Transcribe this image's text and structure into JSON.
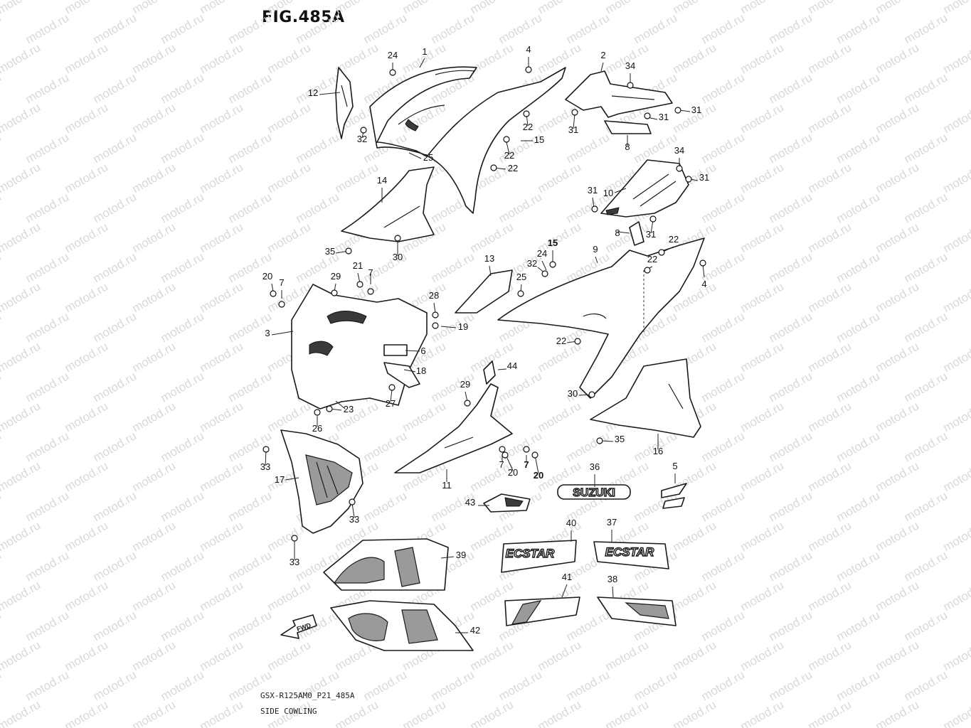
{
  "title": "FIG.485A",
  "footer": {
    "code": "GSX-R125AM0_P21_485A",
    "section": "SIDE COWLING"
  },
  "watermark": "motod.ru",
  "decals": {
    "suzuki": "SUZUKI",
    "ecstar": "ECSTAR",
    "fwd": "FWD"
  },
  "callouts": [
    {
      "id": "c1",
      "label": "1"
    },
    {
      "id": "c2",
      "label": "2"
    },
    {
      "id": "c3",
      "label": "3"
    },
    {
      "id": "c4a",
      "label": "4"
    },
    {
      "id": "c4b",
      "label": "4"
    },
    {
      "id": "c5",
      "label": "5"
    },
    {
      "id": "c6",
      "label": "6"
    },
    {
      "id": "c7a",
      "label": "7"
    },
    {
      "id": "c7b",
      "label": "7"
    },
    {
      "id": "c7c",
      "label": "7"
    },
    {
      "id": "c7d",
      "label": "7"
    },
    {
      "id": "c8a",
      "label": "8"
    },
    {
      "id": "c8b",
      "label": "8"
    },
    {
      "id": "c9",
      "label": "9"
    },
    {
      "id": "c10",
      "label": "10"
    },
    {
      "id": "c11",
      "label": "11"
    },
    {
      "id": "c12",
      "label": "12"
    },
    {
      "id": "c13",
      "label": "13"
    },
    {
      "id": "c14",
      "label": "14"
    },
    {
      "id": "c15a",
      "label": "15"
    },
    {
      "id": "c15b",
      "label": "15"
    },
    {
      "id": "c16",
      "label": "16"
    },
    {
      "id": "c17",
      "label": "17"
    },
    {
      "id": "c18",
      "label": "18"
    },
    {
      "id": "c19",
      "label": "19"
    },
    {
      "id": "c20a",
      "label": "20"
    },
    {
      "id": "c20b",
      "label": "20"
    },
    {
      "id": "c20c",
      "label": "20"
    },
    {
      "id": "c21",
      "label": "21"
    },
    {
      "id": "c22a",
      "label": "22"
    },
    {
      "id": "c22b",
      "label": "22"
    },
    {
      "id": "c22c",
      "label": "22"
    },
    {
      "id": "c22d",
      "label": "22"
    },
    {
      "id": "c22e",
      "label": "22"
    },
    {
      "id": "c22f",
      "label": "22"
    },
    {
      "id": "c23",
      "label": "23"
    },
    {
      "id": "c24a",
      "label": "24"
    },
    {
      "id": "c24b",
      "label": "24"
    },
    {
      "id": "c25a",
      "label": "25"
    },
    {
      "id": "c25b",
      "label": "25"
    },
    {
      "id": "c26",
      "label": "26"
    },
    {
      "id": "c27",
      "label": "27"
    },
    {
      "id": "c28",
      "label": "28"
    },
    {
      "id": "c29a",
      "label": "29"
    },
    {
      "id": "c29b",
      "label": "29"
    },
    {
      "id": "c30a",
      "label": "30"
    },
    {
      "id": "c30b",
      "label": "30"
    },
    {
      "id": "c31a",
      "label": "31"
    },
    {
      "id": "c31b",
      "label": "31"
    },
    {
      "id": "c31c",
      "label": "31"
    },
    {
      "id": "c31d",
      "label": "31"
    },
    {
      "id": "c31e",
      "label": "31"
    },
    {
      "id": "c31f",
      "label": "31"
    },
    {
      "id": "c32a",
      "label": "32"
    },
    {
      "id": "c32b",
      "label": "32"
    },
    {
      "id": "c33a",
      "label": "33"
    },
    {
      "id": "c33b",
      "label": "33"
    },
    {
      "id": "c33c",
      "label": "33"
    },
    {
      "id": "c34a",
      "label": "34"
    },
    {
      "id": "c34b",
      "label": "34"
    },
    {
      "id": "c35a",
      "label": "35"
    },
    {
      "id": "c35b",
      "label": "35"
    },
    {
      "id": "c36",
      "label": "36"
    },
    {
      "id": "c37",
      "label": "37"
    },
    {
      "id": "c38",
      "label": "38"
    },
    {
      "id": "c39",
      "label": "39"
    },
    {
      "id": "c40",
      "label": "40"
    },
    {
      "id": "c41",
      "label": "41"
    },
    {
      "id": "c42",
      "label": "42"
    },
    {
      "id": "c43",
      "label": "43"
    },
    {
      "id": "c44",
      "label": "44"
    }
  ]
}
